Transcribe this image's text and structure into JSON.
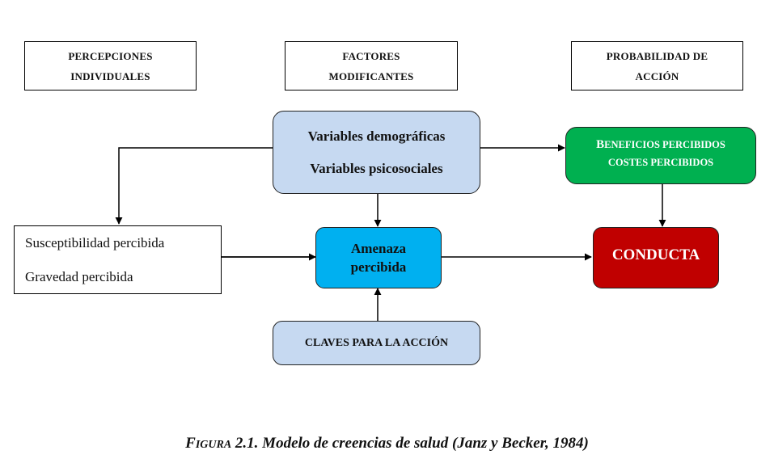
{
  "headers": {
    "perceptions": [
      "PERCEPCIONES",
      "INDIVIDUALES"
    ],
    "modifiers": [
      "FACTORES",
      "MODIFICANTES"
    ],
    "probability": [
      "PROBABILIDAD DE",
      "ACCIÓN"
    ]
  },
  "nodes": {
    "variables": {
      "line1": "Variables demográficas",
      "line2": "Variables psicosociales",
      "color": "#c6d9f1"
    },
    "benefits": {
      "line1_cap": "B",
      "line1_rest": "ENEFICIOS PERCIBIDOS",
      "line2": "COSTES PERCIBIDOS",
      "color": "#00b050"
    },
    "susceptibility": {
      "line1": "Susceptibilidad percibida",
      "line2": "Gravedad percibida"
    },
    "threat": {
      "line1": "Amenaza",
      "line2": "percibida",
      "color": "#00b0f0"
    },
    "behavior": {
      "label": "CONDUCTA",
      "color": "#c00000"
    },
    "cues": {
      "label": "CLAVES PARA LA ACCIÓN",
      "color": "#c6d9f1"
    }
  },
  "caption": {
    "prefix_cap": "F",
    "prefix_rest": "IGURA",
    "text": " 2.1. Modelo de creencias de salud (Janz y Becker, 1984)"
  }
}
